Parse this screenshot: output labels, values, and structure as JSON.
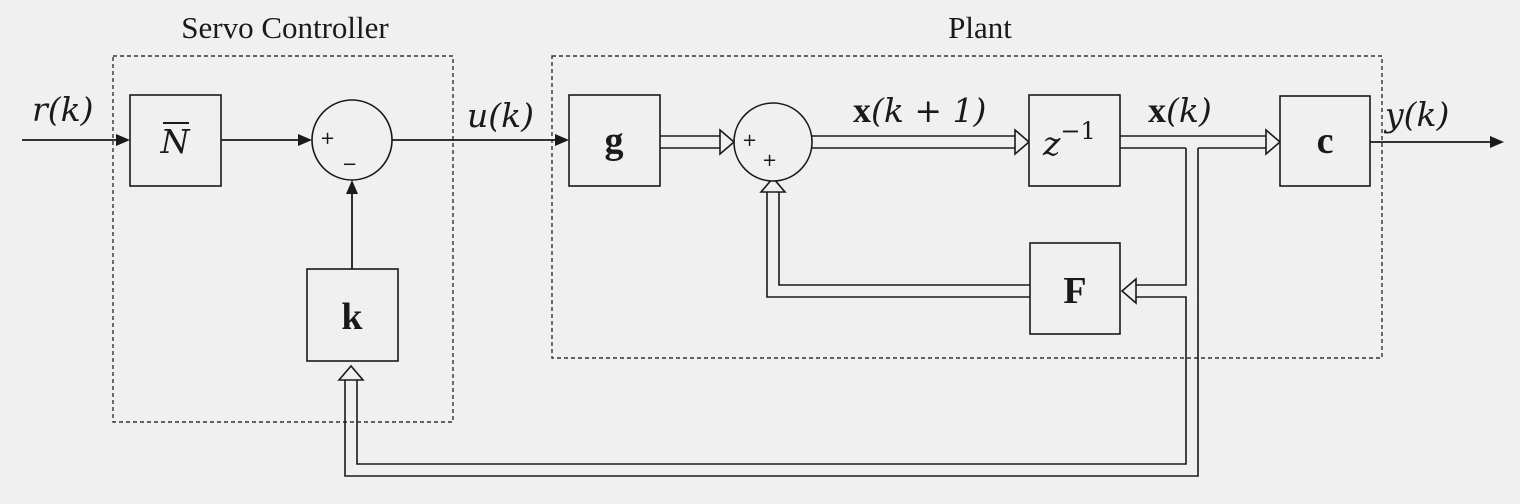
{
  "groups": {
    "controller_title": "Servo Controller",
    "plant_title": "Plant"
  },
  "blocks": {
    "nbar": "N",
    "k": "k",
    "g": "g",
    "delay_base": "z",
    "delay_exp": "−1",
    "F": "F",
    "c": "c"
  },
  "signals": {
    "r_var": "r",
    "u_var": "u",
    "y_var": "y",
    "arg_k": "(k)",
    "x_bold": "x",
    "x_next_arg": "(k + 1)",
    "x_arg": "(k)"
  },
  "summing_junction_1": {
    "sign_top": "+",
    "sign_bottom": "−"
  },
  "summing_junction_2": {
    "sign_top": "+",
    "sign_bottom": "+"
  }
}
